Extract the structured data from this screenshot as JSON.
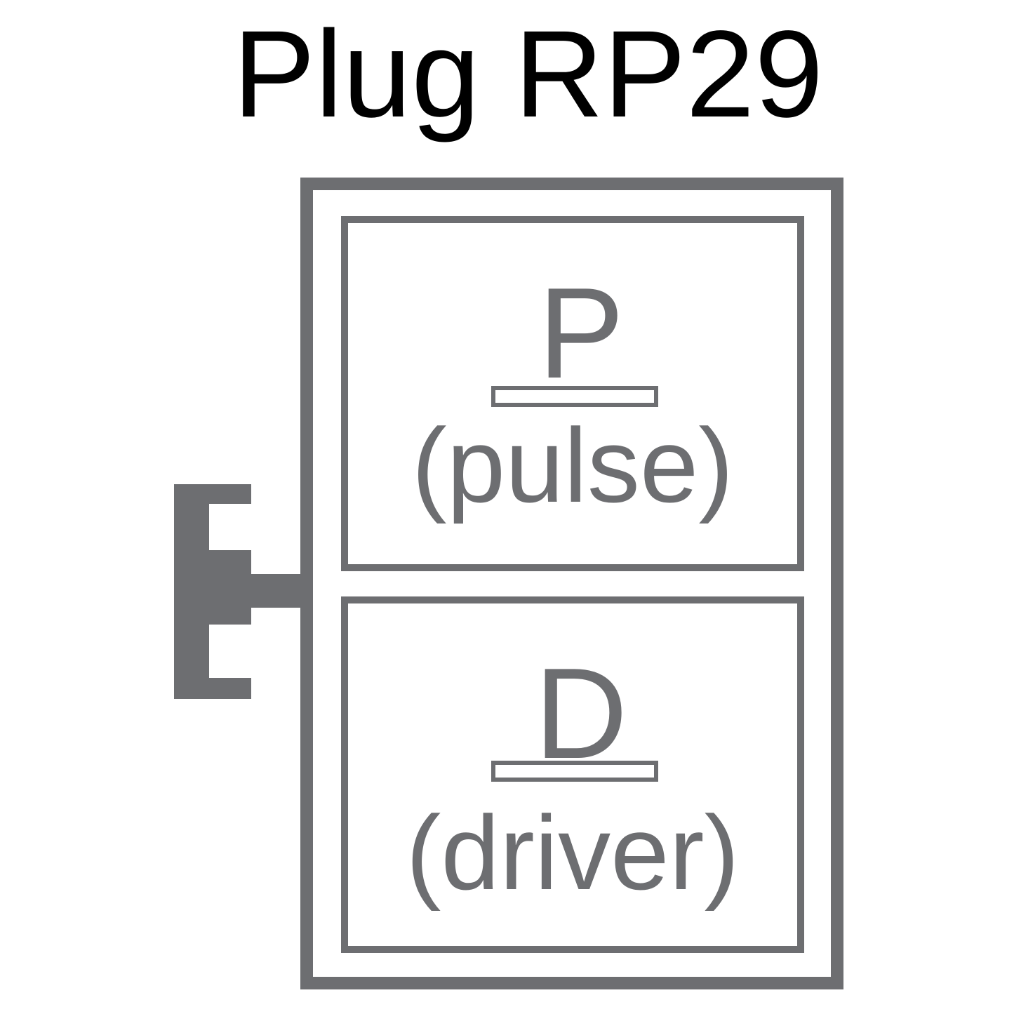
{
  "title": "Plug RP29",
  "sections": [
    {
      "letter": "P",
      "word": "(pulse)"
    },
    {
      "letter": "D",
      "word": "(driver)"
    }
  ],
  "colors": {
    "stroke": "#6d6e71",
    "title": "#000000",
    "background": "#ffffff"
  },
  "icons": {
    "connector": "plug-connector-icon"
  }
}
